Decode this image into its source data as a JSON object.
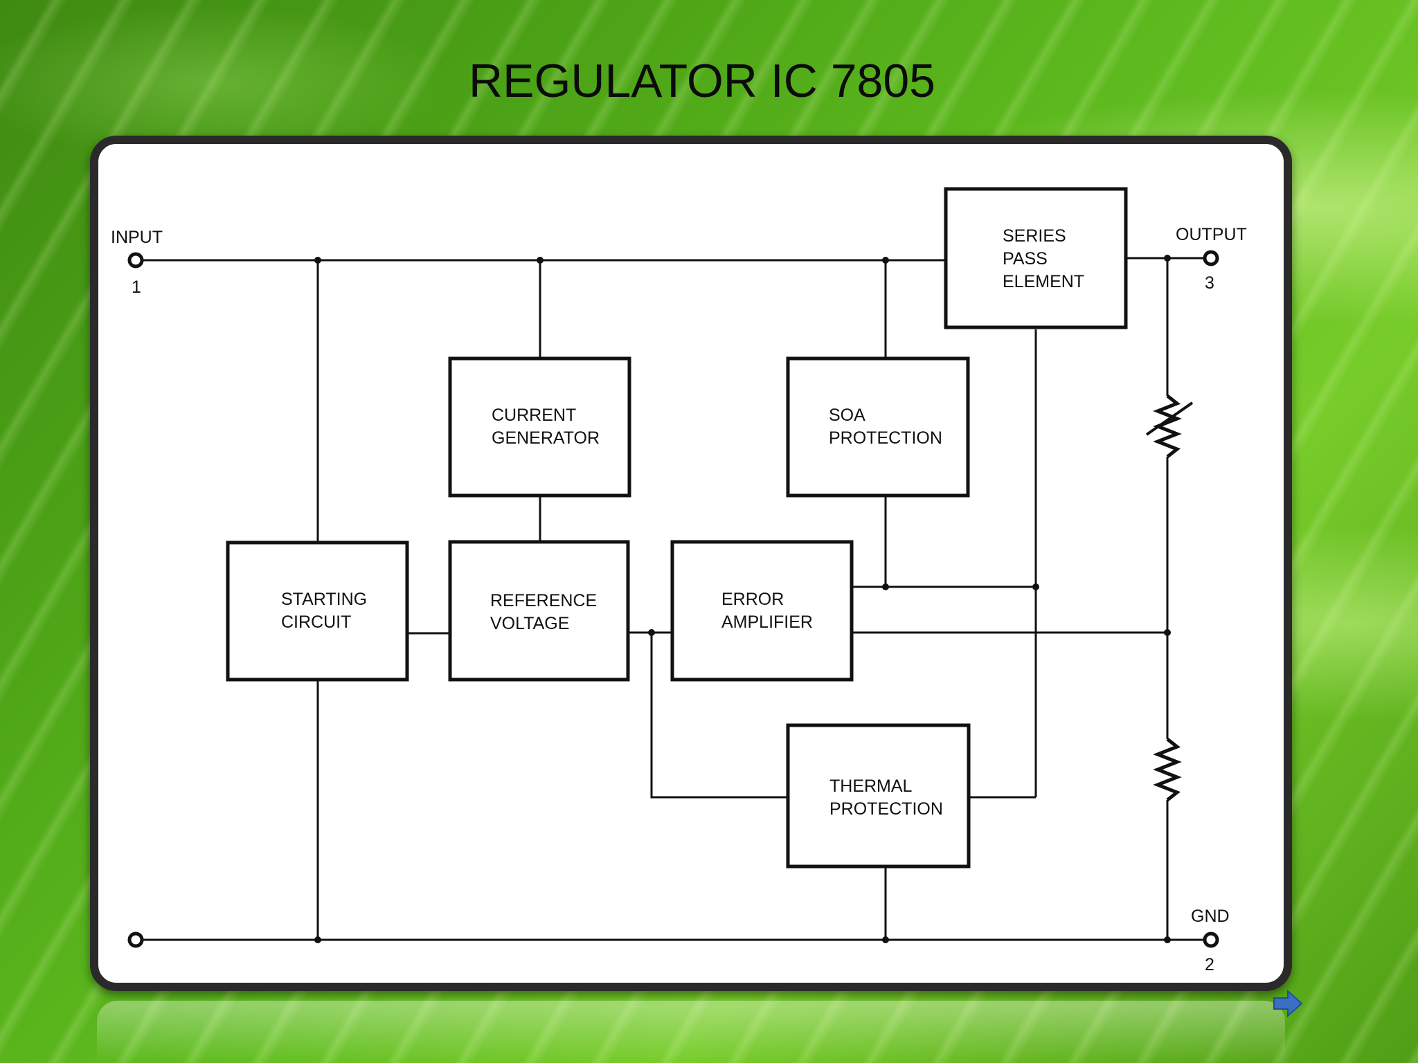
{
  "title": "REGULATOR IC 7805",
  "terminals": {
    "input": {
      "label": "INPUT",
      "pin": "1"
    },
    "output": {
      "label": "OUTPUT",
      "pin": "3"
    },
    "gnd": {
      "label": "GND",
      "pin": "2"
    }
  },
  "blocks": {
    "series_pass": [
      "SERIES",
      "PASS",
      "ELEMENT"
    ],
    "current_generator": [
      "CURRENT",
      "GENERATOR"
    ],
    "soa_protection": [
      "SOA",
      "PROTECTION"
    ],
    "starting_circuit": [
      "STARTING",
      "CIRCUIT"
    ],
    "reference_voltage": [
      "REFERENCE",
      "VOLTAGE"
    ],
    "error_amplifier": [
      "ERROR",
      "AMPLIFIER"
    ],
    "thermal_protection": [
      "THERMAL",
      "PROTECTION"
    ]
  },
  "colors": {
    "nav_arrow": "#3a6fc4"
  }
}
